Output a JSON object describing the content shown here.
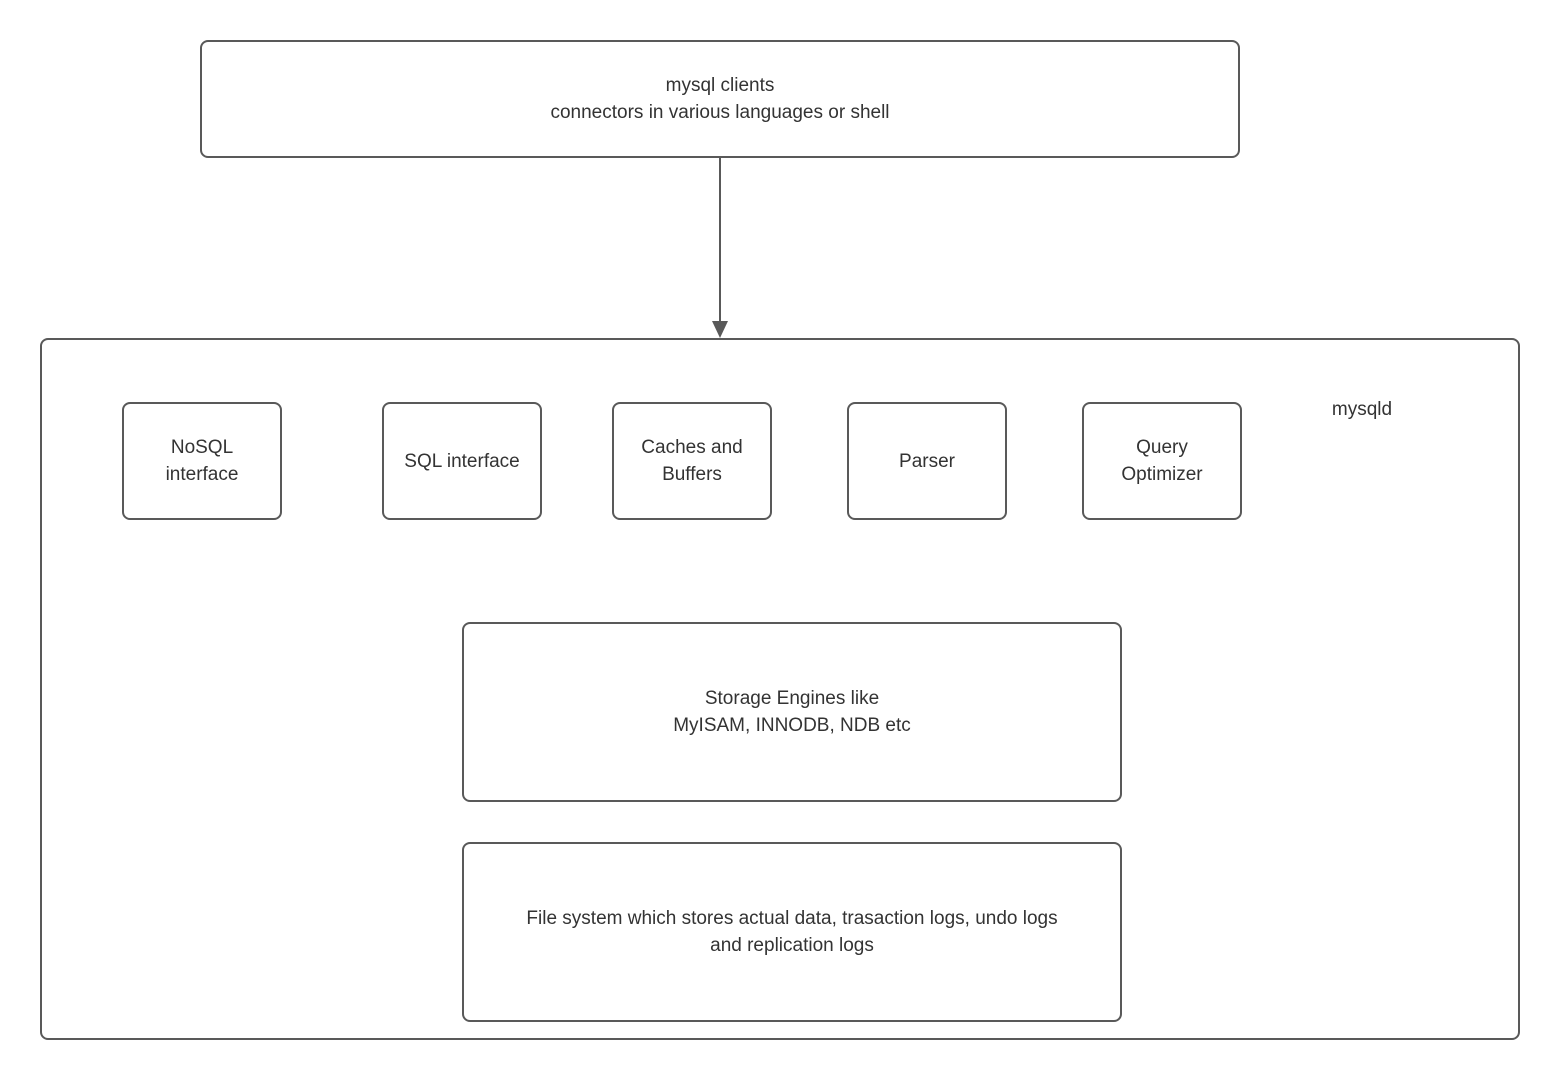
{
  "diagram": {
    "title_hint": "MySQL architecture diagram",
    "clients_box": {
      "label": "mysql clients\nconnectors in various languages or shell"
    },
    "mysqld_label": "mysqld",
    "components": [
      {
        "id": "nosql-interface",
        "label": "NoSQL\ninterface"
      },
      {
        "id": "sql-interface",
        "label": "SQL interface"
      },
      {
        "id": "caches-and-buffers",
        "label": "Caches and\nBuffers"
      },
      {
        "id": "parser",
        "label": "Parser"
      },
      {
        "id": "query-optimizer",
        "label": "Query\nOptimizer"
      }
    ],
    "storage_box": {
      "label": "Storage Engines like\nMyISAM, INNODB, NDB etc"
    },
    "filesystem_box": {
      "label": "File system which stores actual data, trasaction logs, undo logs\nand replication logs"
    },
    "colors": {
      "border": "#595959",
      "text": "#333333",
      "background": "#ffffff",
      "arrow": "#595959"
    }
  }
}
